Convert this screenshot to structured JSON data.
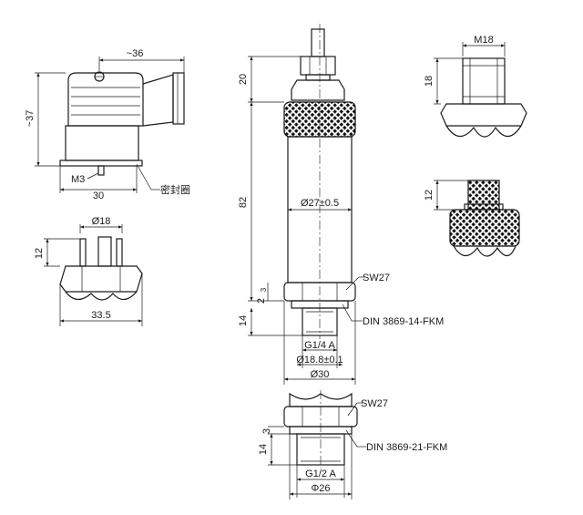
{
  "connector_side": {
    "width_top": "~36",
    "height_left": "~37",
    "thread": "M3",
    "width_bottom": "30",
    "seal_label": "密封圈"
  },
  "connector_bottom": {
    "diameter": "Ø18",
    "height": "12",
    "width": "33.5"
  },
  "main_body": {
    "cable_height": "20",
    "body_height": "82",
    "body_diameter": "Ø27±0.5",
    "wrench_size": "SW27",
    "small_gap": "3",
    "small_gap2": "2",
    "thread_length": "14",
    "seal_label": "DIN 3869-14-FKM",
    "thread": "G1/4 A",
    "thread_diameter": "Ø18.8±0.1",
    "flange_diameter": "Ø30"
  },
  "alt_m18": {
    "thread": "M18",
    "height": "18"
  },
  "alt_m12": {
    "height": "12"
  },
  "alt_g12": {
    "wrench_size": "SW27",
    "small_gap": "3",
    "thread_length": "14",
    "seal_label": "DIN 3869-21-FKM",
    "thread": "G1/2 A",
    "flange_diameter": "Φ26"
  }
}
